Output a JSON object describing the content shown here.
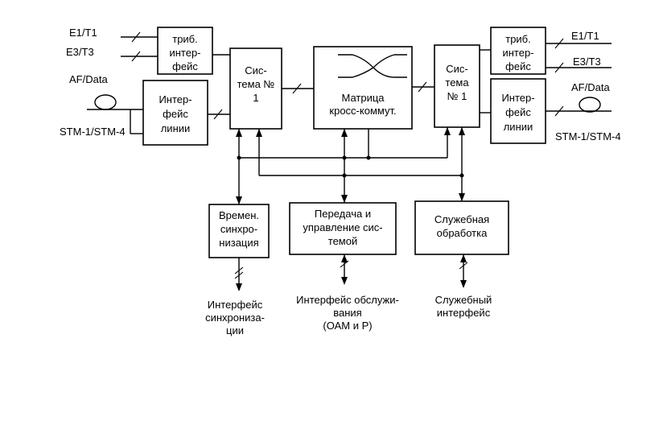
{
  "diagram": {
    "left_inputs": {
      "e1": "E1/T1",
      "e3": "E3/T3",
      "af": "AF/Data",
      "stm": "STM-1/STM-4"
    },
    "right_inputs": {
      "e1": "E1/T1",
      "e3": "E3/T3",
      "af": "AF/Data",
      "stm": "STM-1/STM-4"
    },
    "trib_left": {
      "lines": [
        "триб.",
        "интер-",
        "фейс"
      ]
    },
    "line_if_left": {
      "lines": [
        "Интер-",
        "фейс",
        "линии"
      ]
    },
    "system_left": {
      "lines": [
        "Сис-",
        "тема №",
        "1"
      ]
    },
    "matrix": {
      "lines": [
        "Матрица",
        "кросс-коммут."
      ]
    },
    "system_right": {
      "lines": [
        "Сис-",
        "тема",
        "№ 1"
      ]
    },
    "trib_right": {
      "lines": [
        "триб.",
        "интер-",
        "фейс"
      ]
    },
    "line_if_right": {
      "lines": [
        "Интер-",
        "фейс",
        "линии"
      ]
    },
    "timing": {
      "lines": [
        "Времен.",
        "синхро-",
        "низация"
      ]
    },
    "control": {
      "lines": [
        "Передача и",
        "управление сис-",
        "темой"
      ]
    },
    "service": {
      "lines": [
        "Служебная",
        "обработка"
      ]
    },
    "bottom_labels": {
      "sync_if": [
        "Интерфейс",
        "синхрониза-",
        "ции"
      ],
      "oam_if": [
        "Интерфейс обслужи-",
        "вания",
        "(ОАМ и Р)"
      ],
      "service_if": [
        "Служебный",
        "интерфейс"
      ]
    }
  }
}
